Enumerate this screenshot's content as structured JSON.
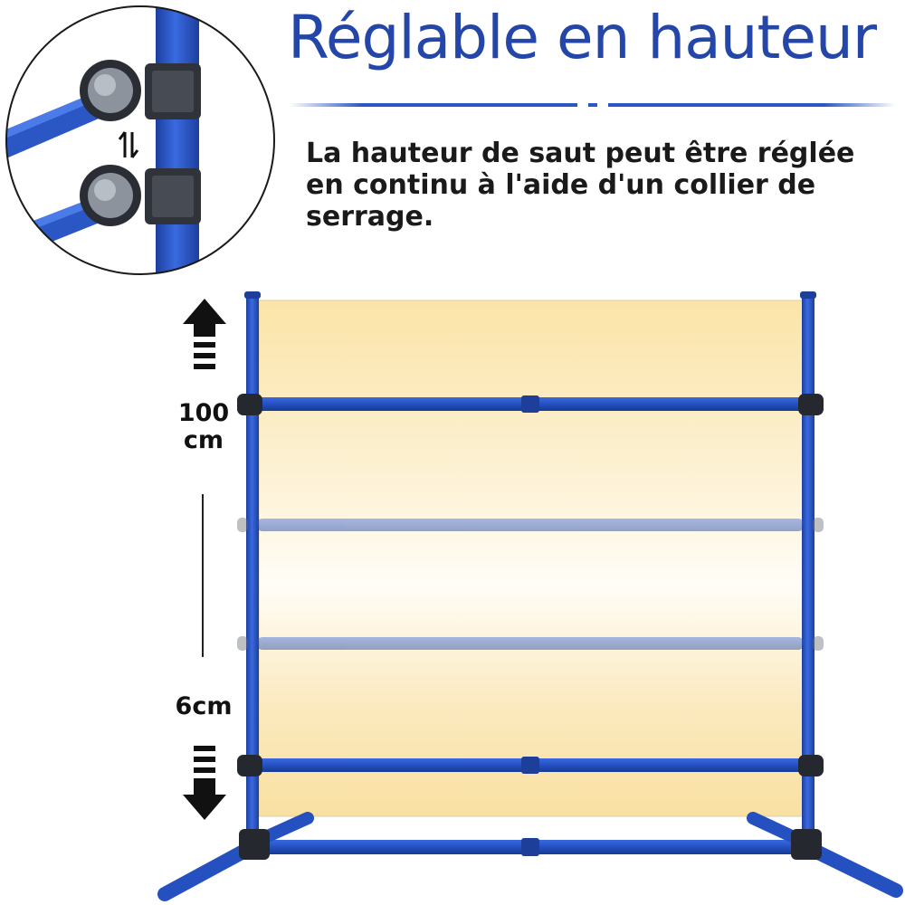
{
  "title": "Réglable en hauteur",
  "description": "La hauteur de saut peut être réglée en continu à l'aide d'un collier de serrage.",
  "height_range": {
    "max_label": "100 cm",
    "min_label": "6cm"
  },
  "colors": {
    "accent": "#2446a8",
    "pole_blue": "#2b57c4",
    "panel_yellow": "#fbe7b4"
  },
  "icons": [
    "clamp-detail-icon",
    "adjust-arrows-icon",
    "arrow-up-icon",
    "arrow-down-icon"
  ]
}
